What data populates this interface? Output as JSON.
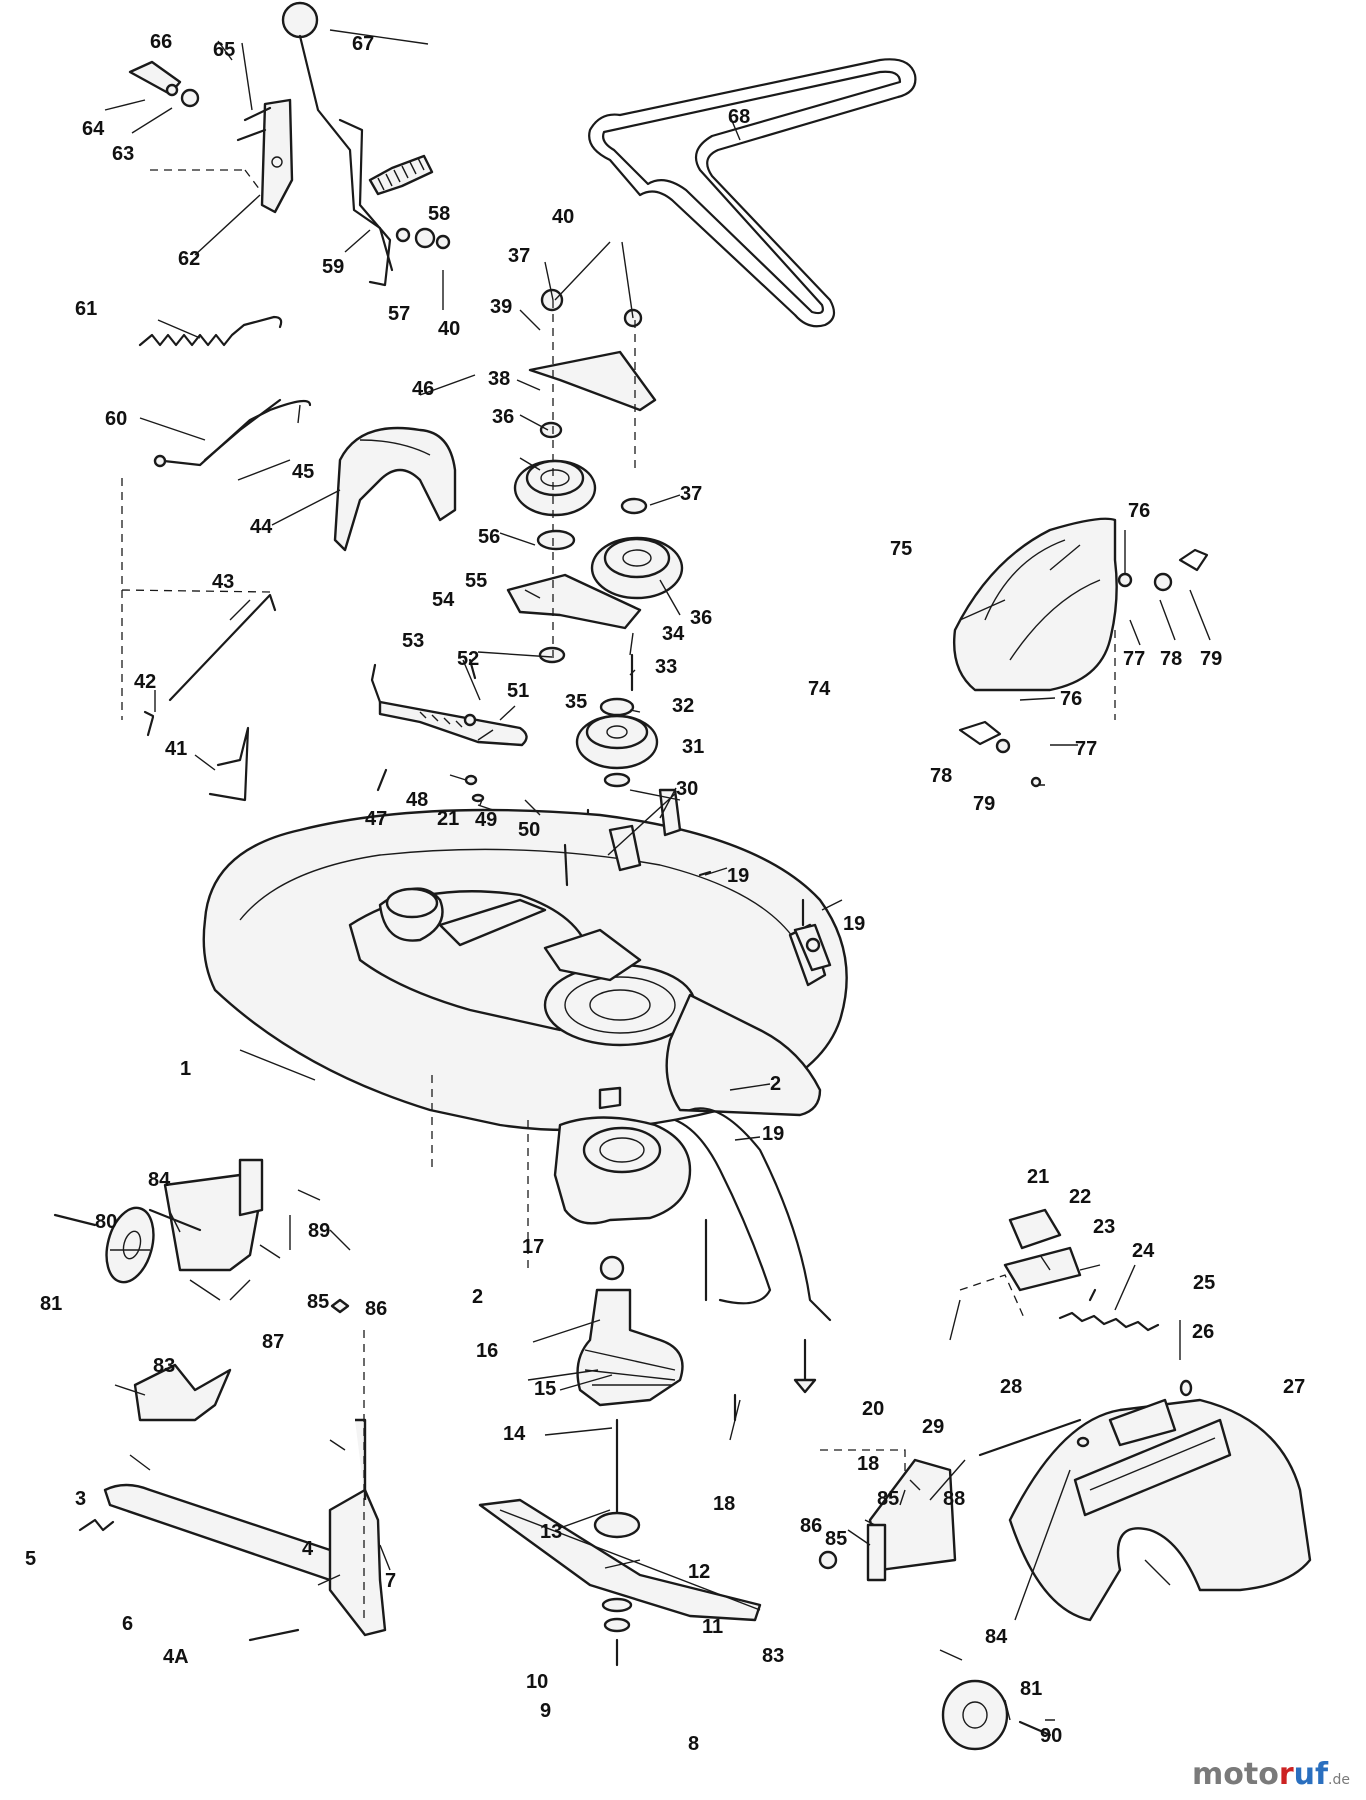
{
  "watermark": {
    "brand_a": "moto",
    "brand_b": "r",
    "brand_c": "uf",
    "brand_tld": ".de"
  },
  "callouts": {
    "c1": "1",
    "c2": "2",
    "c3": "3",
    "c4": "4",
    "c4a": "4A",
    "c5": "5",
    "c6": "6",
    "c7": "7",
    "c8": "8",
    "c9": "9",
    "c10": "10",
    "c11": "11",
    "c12": "12",
    "c13": "13",
    "c14": "14",
    "c15": "15",
    "c16": "16",
    "c17": "17",
    "c18": "18",
    "c19": "19",
    "c20": "20",
    "c21": "21",
    "c22": "22",
    "c23": "23",
    "c24": "24",
    "c25": "25",
    "c26": "26",
    "c27": "27",
    "c28": "28",
    "c29": "29",
    "c30": "30",
    "c31": "31",
    "c32": "32",
    "c33": "33",
    "c34": "34",
    "c35": "35",
    "c36": "36",
    "c37": "37",
    "c38": "38",
    "c39": "39",
    "c40": "40",
    "c41": "41",
    "c42": "42",
    "c43": "43",
    "c44": "44",
    "c45": "45",
    "c46": "46",
    "c47": "47",
    "c48": "48",
    "c49": "49",
    "c50": "50",
    "c51": "51",
    "c52": "52",
    "c53": "53",
    "c54": "54",
    "c55": "55",
    "c56": "56",
    "c57": "57",
    "c58": "58",
    "c59": "59",
    "c60": "60",
    "c61": "61",
    "c62": "62",
    "c63": "63",
    "c64": "64",
    "c65": "65",
    "c66": "66",
    "c67": "67",
    "c68": "68",
    "c74": "74",
    "c75": "75",
    "c76": "76",
    "c77": "77",
    "c78": "78",
    "c79": "79",
    "c80": "80",
    "c81": "81",
    "c83": "83",
    "c84": "84",
    "c85": "85",
    "c86": "86",
    "c87": "87",
    "c88": "88",
    "c89": "89",
    "c90": "90"
  }
}
